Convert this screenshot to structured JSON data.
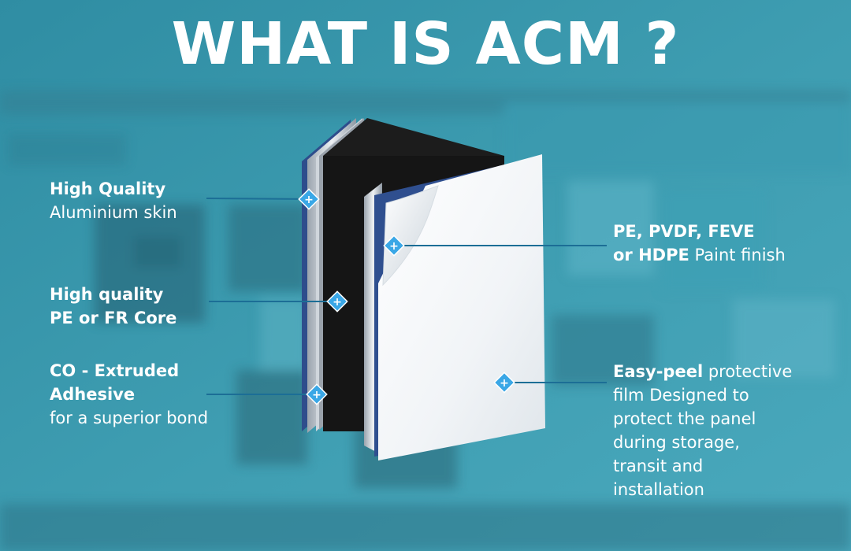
{
  "title": "WHAT IS ACM ?",
  "colors": {
    "background": "#3f9eb2",
    "marker": "#3aa7e6",
    "leader_line": "#1c6e96",
    "core": "#141414",
    "paint_layer": "#2f4f8f",
    "film": "#f4f7fa",
    "aluminium": "#cfd4da"
  },
  "annotations": {
    "aluminium_skin": {
      "bold": "High Quality",
      "text": "Aluminium skin"
    },
    "core": {
      "bold_line1": "High quality",
      "bold_line2": "PE or FR Core"
    },
    "adhesive": {
      "bold_line1": "CO - Extruded",
      "bold_line2": "Adhesive",
      "text": "for a superior bond"
    },
    "paint_finish": {
      "bold_line1": "PE, PVDF, FEVE",
      "bold_line2": "or HDPE",
      "text": " Paint finish"
    },
    "protective_film": {
      "bold": "Easy-peel",
      "text_line1": " protective",
      "text_line2": "film Designed to",
      "text_line3": "protect the panel",
      "text_line4": "during storage,",
      "text_line5": "transit and",
      "text_line6": "installation"
    }
  }
}
